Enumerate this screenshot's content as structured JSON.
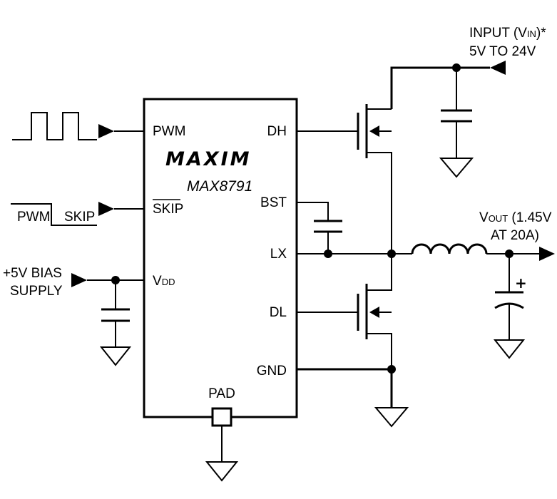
{
  "ic": {
    "logo": "MAXIM",
    "part_number": "MAX8791",
    "pins": {
      "pwm": "PWM",
      "skip": "SKIP",
      "vdd_main": "V",
      "vdd_sub": "DD",
      "dh": "DH",
      "bst": "BST",
      "lx": "LX",
      "dl": "DL",
      "gnd": "GND",
      "pad": "PAD"
    }
  },
  "inputs": {
    "skip_signal_left": "PWM",
    "skip_signal_right": "SKIP",
    "bias_line1": "+5V BIAS",
    "bias_line2": "SUPPLY"
  },
  "supply": {
    "input_prefix": "INPUT (V",
    "input_sub": "IN",
    "input_suffix": ")*",
    "input_range": "5V TO 24V"
  },
  "output": {
    "vout_main": "V",
    "vout_sub": "OUT",
    "vout_suffix": " (1.45V",
    "vout_line2": "AT 20A)"
  }
}
